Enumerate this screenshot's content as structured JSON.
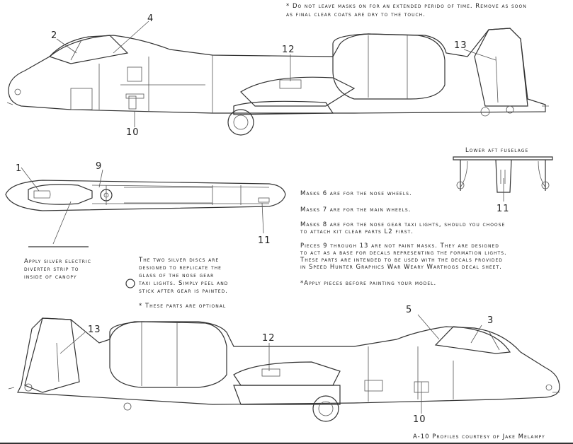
{
  "notes": {
    "top_line1": "* Do not leave masks on for an extended perido of time. Remove as soon",
    "top_line2": "as final clear coats are dry to the touch.",
    "lower_aft_label": "Lower aft fuselage",
    "masks6": "Masks 6 are for the nose wheels.",
    "masks7": "Masks 7 are for the main wheels.",
    "masks8_l1": "Masks 8 are for the nose gear taxi lights, should you choose",
    "masks8_l2": "to attach kit clear parts L2 first.",
    "pieces_l1": "Pieces 9 through 13 are not paint masks. They are designed",
    "pieces_l2": "to act as a base for decals representing the formation lights.",
    "pieces_l3": "These parts are intended to be used with the decals provided",
    "pieces_l4": "in Speed Hunter Graphics War Weary Warthogs decal sheet.",
    "apply_before": "*Apply pieces before painting your model.",
    "silver_l1": "Apply silver electric",
    "silver_l2": "diverter strip to",
    "silver_l3": "inside of canopy",
    "discs_l1": "The two silver discs are",
    "discs_l2": "designed to replicate the",
    "discs_l3": "glass of the nose gear",
    "discs_l4": "taxi lights. Simply peel and",
    "discs_l5": "stick after gear is painted.",
    "optional": "* These parts are optional",
    "credit": "A-10 Profiles courtesy of Jake Melampy"
  },
  "callouts": {
    "top_2": "2",
    "top_4": "4",
    "top_12": "12",
    "top_13": "13",
    "top_10": "10",
    "mid_1": "1",
    "mid_9": "9",
    "mid_11": "11",
    "aft_11": "11",
    "bot_13": "13",
    "bot_12": "12",
    "bot_5": "5",
    "bot_3": "3",
    "bot_10": "10"
  }
}
